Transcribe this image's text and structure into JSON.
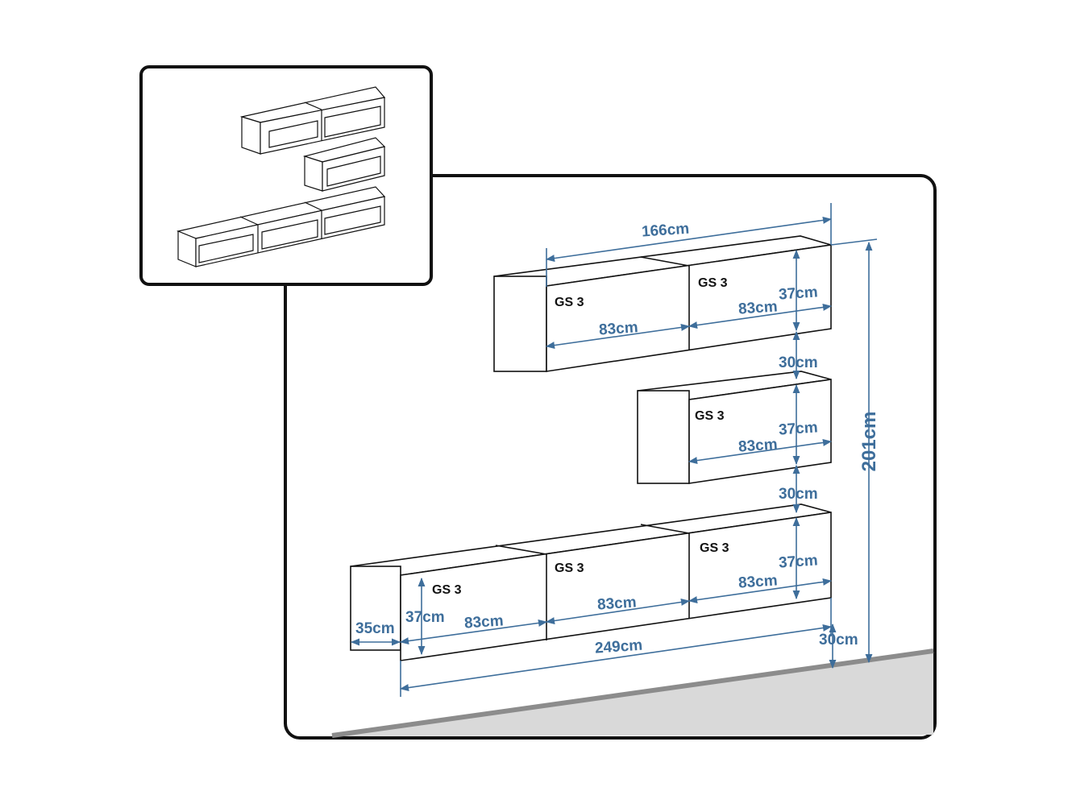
{
  "colors": {
    "outline": "#111111",
    "dimension": "#3e6e9b",
    "floor": "#d9d9d9",
    "floor_edge": "#8c8c8c"
  },
  "module_label": "GS 3",
  "dimensions": {
    "top_width": "166cm",
    "module_width": "83cm",
    "module_height": "37cm",
    "gap": "30cm",
    "total_height": "201cm",
    "depth": "35cm",
    "bottom_width": "249cm",
    "floor_gap": "30cm"
  }
}
